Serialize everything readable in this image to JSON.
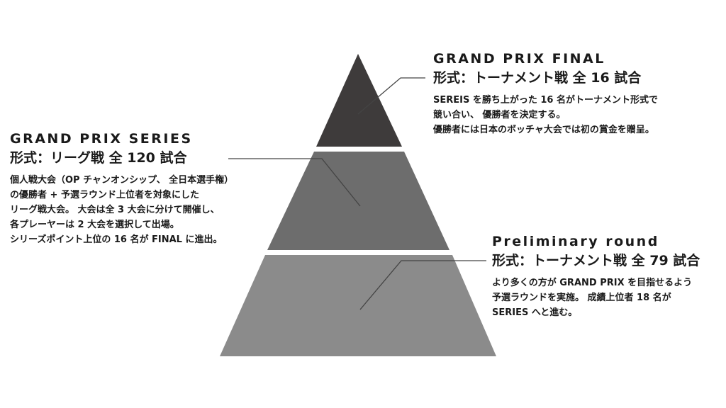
{
  "stages": {
    "final": {
      "title": "GRAND PRIX FINAL",
      "format": "形式：トーナメント戦 全 16 試合",
      "desc": [
        "SEREIS を勝ち上がった 16 名がトーナメント形式で",
        "競い合い、 優勝者を決定する。",
        "優勝者には日本のボッチャ大会では初の賞金を贈呈。"
      ]
    },
    "series": {
      "title": "GRAND PRIX SERIES",
      "format": "形式：リーグ戦 全 120 試合",
      "desc": [
        "個人戦大会（OP チャンオンシップ、 全日本選手権）",
        "の優勝者 + 予選ラウンド上位者を対象にした",
        "リーグ戦大会。 大会は全 3 大会に分けて開催し、",
        "各プレーヤーは 2 大会を選択して出場。",
        "シリーズポイント上位の 16 名が FINAL に進出。"
      ]
    },
    "preliminary": {
      "title": "Preliminary round",
      "format": "形式：トーナメント戦 全 79 試合",
      "desc": [
        "より多くの方が GRAND PRIX を目指せるよう",
        "予選ラウンドを実施。 成績上位者 18 名が",
        "SERIES へと進む。"
      ]
    }
  },
  "colors": {
    "top": "#3e3b3b",
    "middle": "#6d6d6d",
    "bottom": "#8b8b8b",
    "text": "#1a1a1a",
    "connector": "#444444"
  }
}
